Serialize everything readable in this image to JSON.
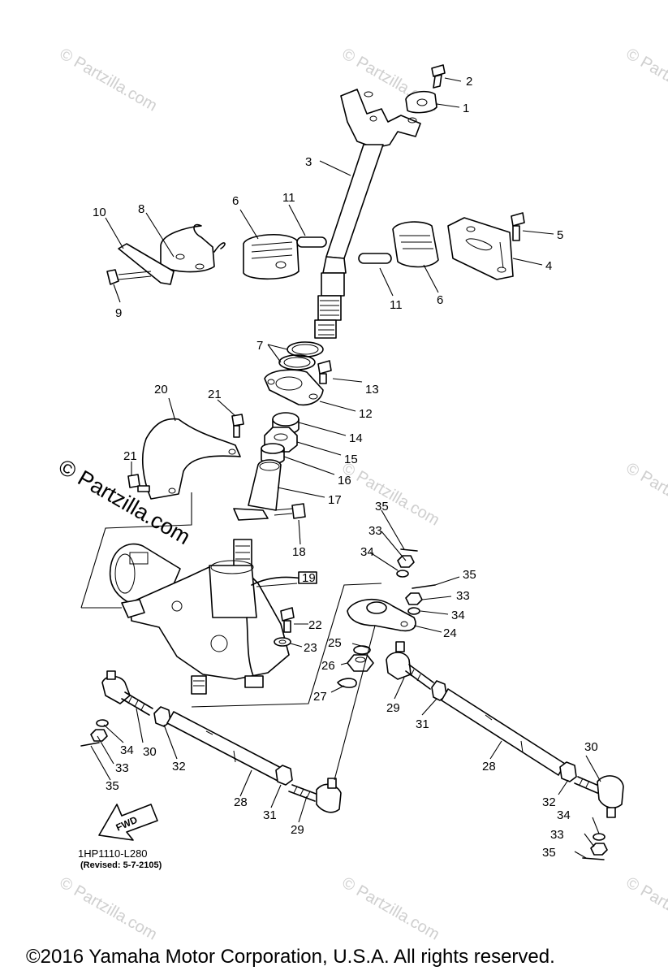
{
  "watermark": {
    "small": "© Partzilla.com",
    "big": "© Partzilla.com"
  },
  "callouts": {
    "c1": "1",
    "c2": "2",
    "c3": "3",
    "c4": "4",
    "c5": "5",
    "c6a": "6",
    "c6b": "6",
    "c7": "7",
    "c8": "8",
    "c9": "9",
    "c10": "10",
    "c11a": "11",
    "c11b": "11",
    "c12": "12",
    "c13": "13",
    "c14": "14",
    "c15": "15",
    "c16": "16",
    "c17": "17",
    "c18": "18",
    "c19": "19",
    "c20": "20",
    "c21a": "21",
    "c21b": "21",
    "c22": "22",
    "c23": "23",
    "c24": "24",
    "c25": "25",
    "c26": "26",
    "c27": "27",
    "c28a": "28",
    "c28b": "28",
    "c29a": "29",
    "c29b": "29",
    "c30a": "30",
    "c30b": "30",
    "c31a": "31",
    "c31b": "31",
    "c32a": "32",
    "c32b": "32",
    "c33a": "33",
    "c33b": "33",
    "c33c": "33",
    "c33d": "33",
    "c34a": "34",
    "c34b": "34",
    "c34c": "34",
    "c34d": "34",
    "c35a": "35",
    "c35b": "35",
    "c35c": "35",
    "c35d": "35"
  },
  "fwd_label": "FWD",
  "diagram_code": "1HP1110-L280",
  "revised": "(Revised: 5-7-2105)",
  "copyright": "©2016  Yamaha Motor Corporation, U.S.A. All rights reserved."
}
